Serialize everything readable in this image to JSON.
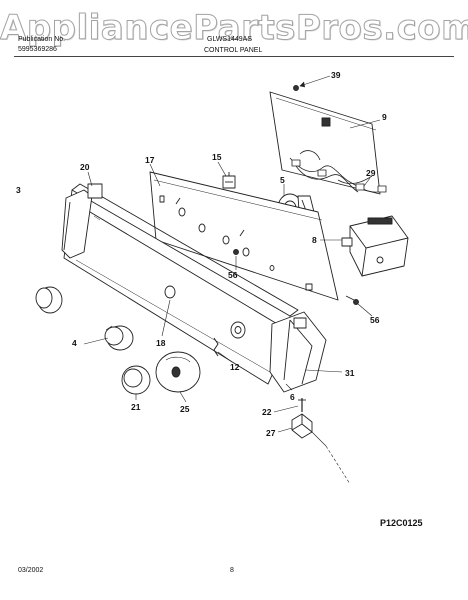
{
  "watermark": "AppliancePartsPros.com",
  "header": {
    "left_line1": "Publication No.",
    "left_line2": "5995369286",
    "model": "GLWS1449AS",
    "section": "CONTROL PANEL"
  },
  "callouts": [
    "39",
    "9",
    "20",
    "17",
    "15",
    "5",
    "29",
    "3",
    "8",
    "56",
    "56",
    "4",
    "18",
    "12",
    "31",
    "21",
    "25",
    "6",
    "22",
    "27"
  ],
  "diagram_code": "P12C0125",
  "footer": {
    "date": "03/2002",
    "page_number": "8"
  }
}
